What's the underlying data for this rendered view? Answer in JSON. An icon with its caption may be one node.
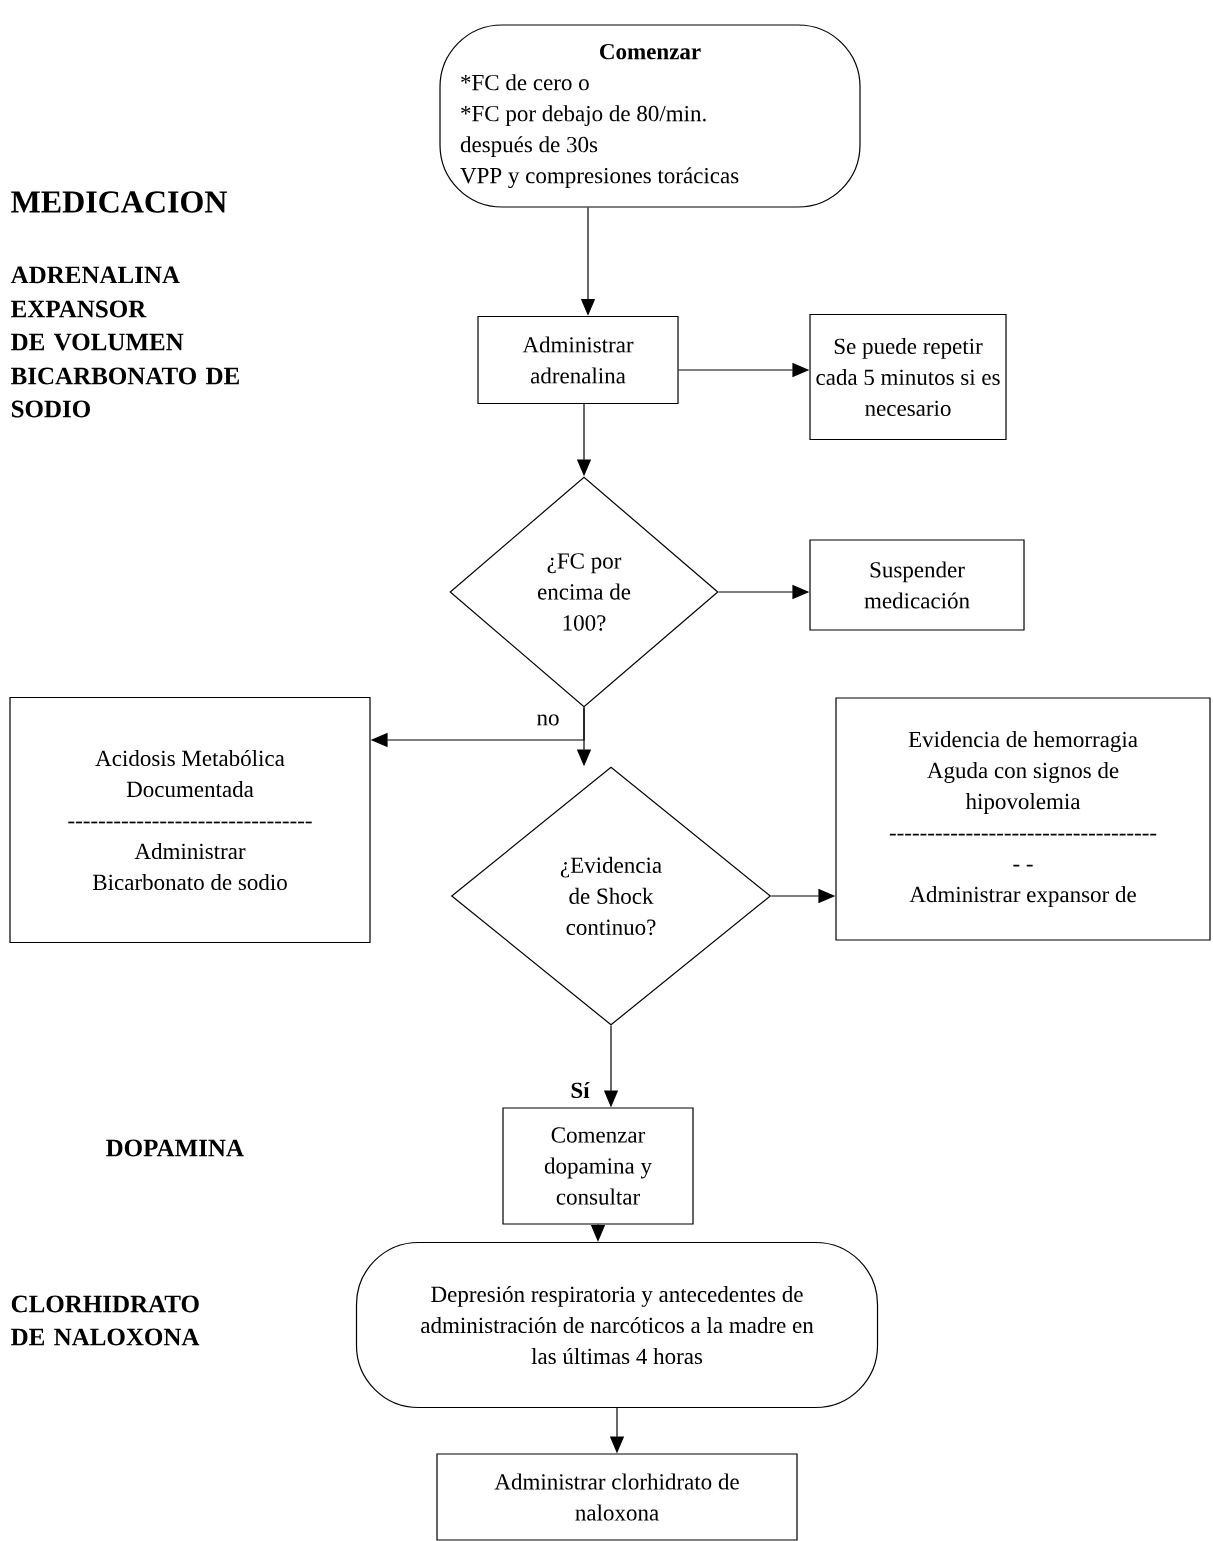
{
  "diagram": {
    "title": "MEDICACION",
    "nodes": [
      {
        "text": [
          "Comenzar",
          "*FC de cero o",
          "*FC por debajo de 80/min.",
          "después de 30s",
          "VPP y compresiones torácicas"
        ]
      },
      {
        "text": [
          "Administrar adrenalina"
        ]
      },
      {
        "text": [
          "Se puede repetir cada 5 minutos si es necesario"
        ]
      },
      {
        "text": [
          "¿FC por encima de 100?"
        ]
      },
      {
        "text": [
          "Suspender medicación"
        ]
      },
      {
        "text": [
          "Acidosis Metabólica Documentada",
          "--------------------------------",
          "Administrar Bicarbonato de sodio"
        ]
      },
      {
        "text": [
          "¿Evidencia de Shock continuo?"
        ]
      },
      {
        "text": [
          "Evidencia de hemorragia Aguda con signos de hipovolemia",
          "------------------------------------ -",
          "Administrar expansor de"
        ]
      },
      {
        "text": [
          "Comenzar dopamina y consultar"
        ]
      },
      {
        "text": [
          "Depresión respiratoria y antecedentes de administración de narcóticos a la madre en las últimas 4 horas"
        ]
      },
      {
        "text": [
          "Administrar clorhidrato de naloxona"
        ]
      }
    ],
    "edges": [
      {
        "from": 0,
        "to": 1,
        "arrow": "to"
      },
      {
        "from": 1,
        "to": 2,
        "arrow": "to"
      },
      {
        "from": 1,
        "to": 3,
        "arrow": "to"
      },
      {
        "from": 3,
        "to": 4,
        "arrow": "to"
      },
      {
        "from": 3,
        "to": 6,
        "arrow": "to",
        "label": "no"
      },
      {
        "from": 3,
        "to": 5,
        "arrow": "to"
      },
      {
        "from": 6,
        "to": 7,
        "arrow": "to"
      },
      {
        "from": 6,
        "to": 8,
        "arrow": "to",
        "label": "Sí"
      },
      {
        "from": 8,
        "to": 9,
        "arrow": "to"
      },
      {
        "from": 9,
        "to": 10,
        "arrow": "to"
      }
    ],
    "labels": [
      "ADRENALINA",
      "EXPANSOR DE VOLUMEN",
      "BICARBONATO DE SODIO",
      "DOPAMINA",
      "CLORHIDRATO DE NALOXONA"
    ]
  }
}
